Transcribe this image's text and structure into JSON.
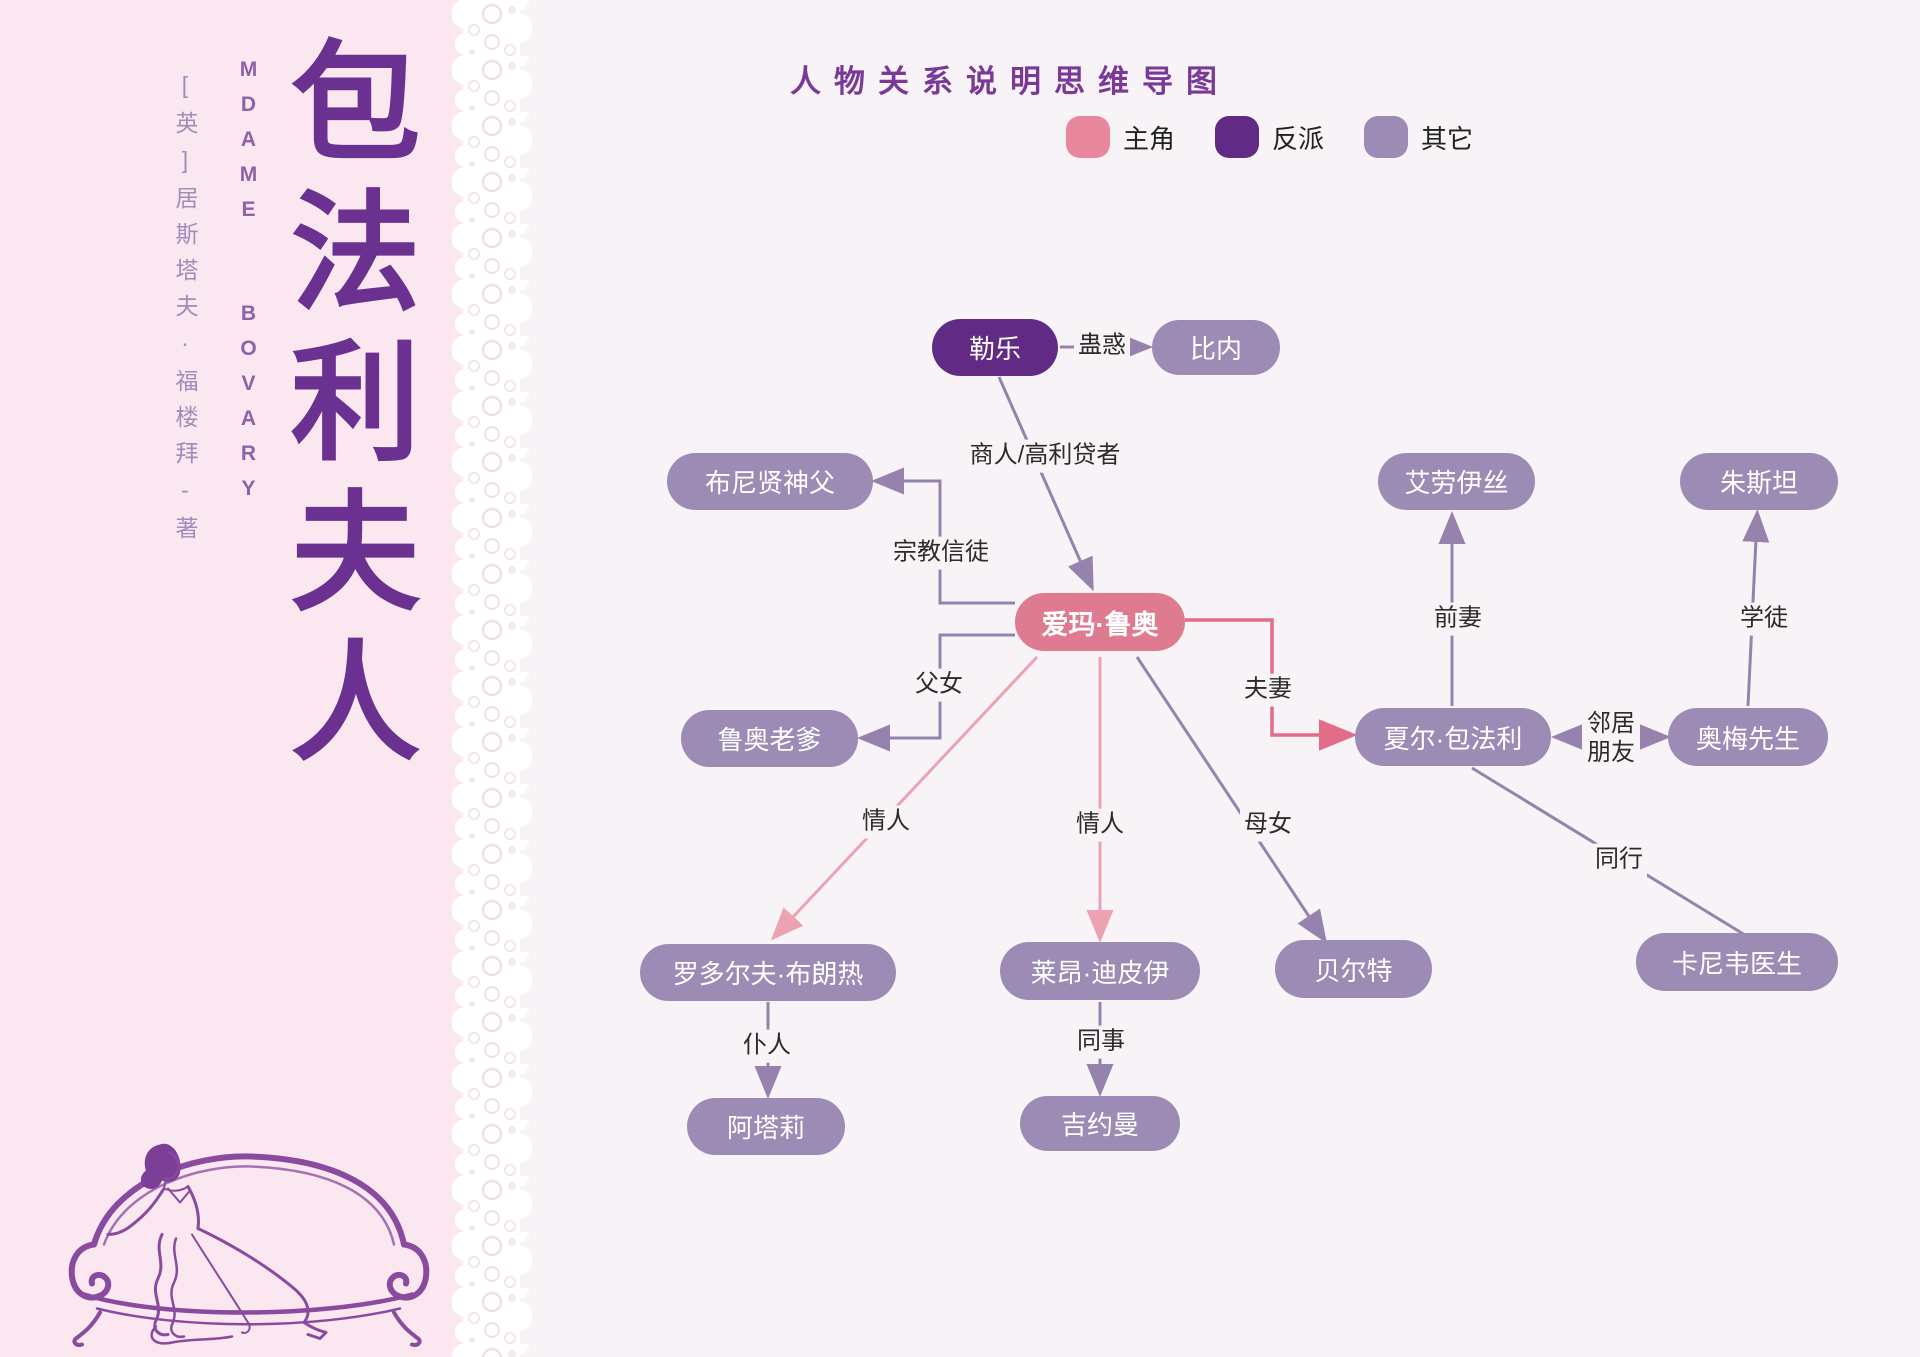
{
  "sidebar": {
    "title_vertical": "包法利夫人",
    "subtitle_en": "MDAME BOVARY",
    "author": "[英]居斯塔夫·福楼拜-著"
  },
  "header": {
    "title": "人物关系说明思维导图",
    "legend": [
      {
        "label": "主角",
        "color": "#e8869e"
      },
      {
        "label": "反派",
        "color": "#612a85"
      },
      {
        "label": "其它",
        "color": "#9c8bb4"
      }
    ]
  },
  "diagram": {
    "nodes": {
      "lele": {
        "label": "勒乐",
        "type": "villain"
      },
      "binei": {
        "label": "比内",
        "type": "other"
      },
      "bournisien": {
        "label": "布尼贤神父",
        "type": "other"
      },
      "emma": {
        "label": "爱玛·鲁奥",
        "type": "main"
      },
      "heloise": {
        "label": "艾劳伊丝",
        "type": "other"
      },
      "justin": {
        "label": "朱斯坦",
        "type": "other"
      },
      "rouault": {
        "label": "鲁奥老爹",
        "type": "other"
      },
      "charles": {
        "label": "夏尔·包法利",
        "type": "other"
      },
      "homais": {
        "label": "奥梅先生",
        "type": "other"
      },
      "rodolphe": {
        "label": "罗多尔夫·布朗热",
        "type": "other"
      },
      "leon": {
        "label": "莱昂·迪皮伊",
        "type": "other"
      },
      "berthe": {
        "label": "贝尔特",
        "type": "other"
      },
      "canivet": {
        "label": "卡尼韦医生",
        "type": "other"
      },
      "athalie": {
        "label": "阿塔莉",
        "type": "other"
      },
      "guillaumin": {
        "label": "吉约曼",
        "type": "other"
      }
    },
    "edges": {
      "e_lele_binei": {
        "label": "蛊惑"
      },
      "e_lele_emma": {
        "label": "商人/高利贷者"
      },
      "e_emma_priest": {
        "label": "宗教信徒"
      },
      "e_emma_father": {
        "label": "父女"
      },
      "e_emma_charles": {
        "label": "夫妻"
      },
      "e_charles_heloise": {
        "label": "前妻"
      },
      "e_homais_justin": {
        "label": "学徒"
      },
      "e_charles_homais": {
        "label": "邻居朋友"
      },
      "e_emma_rodolphe": {
        "label": "情人"
      },
      "e_emma_leon": {
        "label": "情人"
      },
      "e_emma_berthe": {
        "label": "母女"
      },
      "e_charles_canivet": {
        "label": "同行"
      },
      "e_rodolphe_athalie": {
        "label": "仆人"
      },
      "e_leon_guillaumin": {
        "label": "同事"
      }
    }
  },
  "colors": {
    "protagonist": "#e8869e",
    "villain": "#612a85",
    "other": "#9c8bb4",
    "edge_purple": "#9583ad",
    "edge_pink_strong": "#e26d88",
    "edge_pink_light": "#eba3b2",
    "title_purple": "#7b3997",
    "sidebar_bg": "#fbe7ef",
    "canvas_bg": "#f7f3f7"
  }
}
